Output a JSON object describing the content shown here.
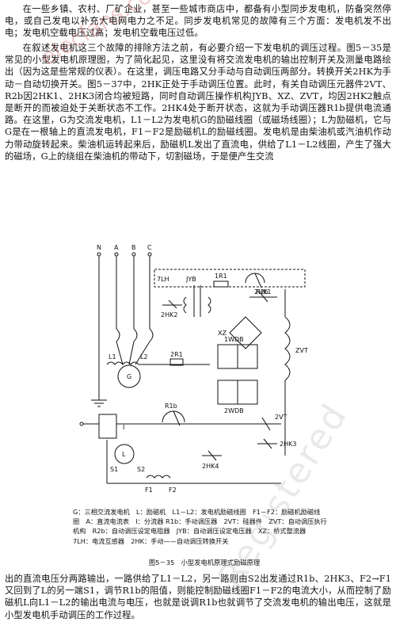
{
  "paragraphs": {
    "p1": "在一些乡镇、农村、厂矿企业，甚至一些城市商店中，都备有小型同步发电机，防备突然停电，或自己发电以补充大电网电力之不足。同步发电机常见的故障有三个方面：发电机发不出电；发电机空载电压过高；发电机空载电压过低。",
    "p2": "在叙述发电机这三个故障的排除方法之前，有必要介绍一下发电机的调压过程。图5－35是常见的小型发电机原理图，为了简化起见，这里没有将交流发电机的输出控制开关及测量电路绘出（因为这是些常规的仪表）。在这里，调压电路又分手动与自动调压两部分。转换开关2HK为手动－自动切换开关。图5－37中，2HK正处于手动调压位置。此时，有关自动调压元器件2VT、R2b因2HK1、2HK3闭合均被短路，同时自动调压操作机构JYB、XZ、ZVT，均因2HK2触点是断开的而被迫处于关断状态不工作。2HK4处于断开状态，这就为手动调压器R1b提供电流通路。在这里，G为交流发电机，L1－L2为发电机G的励磁线圈（或磁场线圈）；L为励磁机，它与G是在一根轴上的直流发电机，F1－F2是励磁机L的励磁线圈。发电机是由柴油机或汽油机作动力带动旋转起来。柴油机运转起来后，励磁机L发出了直流电，供给了L1－L2线圈，产生了强大的磁场，G上的绕组在柴油机的带动下，切割磁场，于是便产生交流",
    "p3": "出的直流电压分两路输出，一路供给了L1－L2，另一路则由S2出发通过R1b、2HK3、F2→F1又回到了L的另一端S1，调节R1b的阻值，则能控制励磁线圈F1－F2的电流大小，从而控制了励磁机L向L1－L2的输出电流与电压，也就是说调R1b也就调节了交流发电机的输出电压，这就是小型发电机手动调压的工作过程。"
  },
  "diagram_labels": {
    "phase_n": "N",
    "phase_a": "A",
    "phase_b": "B",
    "phase_c": "C",
    "ct": "7LH",
    "sw1": "2HK1",
    "jyb": "JYB",
    "r1": "1R1",
    "r2b": "R2b",
    "xz": "XZ",
    "sw2": "2HK2",
    "gen": "G",
    "l1": "L1",
    "l2": "L2",
    "r21": "2R1",
    "wdb1": "1WDB",
    "wdb2": "2WDB",
    "zvt": "ZVT",
    "ammeter": "I",
    "exciter": "L",
    "s1": "S1",
    "s2": "S2",
    "r1b": "R1b",
    "vt2": "2VT",
    "sw3": "2HK3",
    "sw4": "2HK4",
    "f1": "F1",
    "f2": "F2"
  },
  "legend": {
    "row1": "G：三相交流发电机　L：励磁机　L1－L2：发电机励磁线圈　F1－F2：励磁机励磁线",
    "row2": "圈　A：直流电流表　I：分流器 R1b：手动调压器　2VT：硅器件　ZVT：自动调压执行",
    "row3": "机构　R2b：自动调压设定电阻器　JYB：自动调压设定电压器　XZ：桥式整流器",
    "row4": "7LH：电流互感器　2HK：手动——自动调压转换开关"
  },
  "caption": "图5－35　小型发电机原理式励磁原理",
  "watermarks": {
    "site": "elecfans.com",
    "registered": "Registered"
  }
}
